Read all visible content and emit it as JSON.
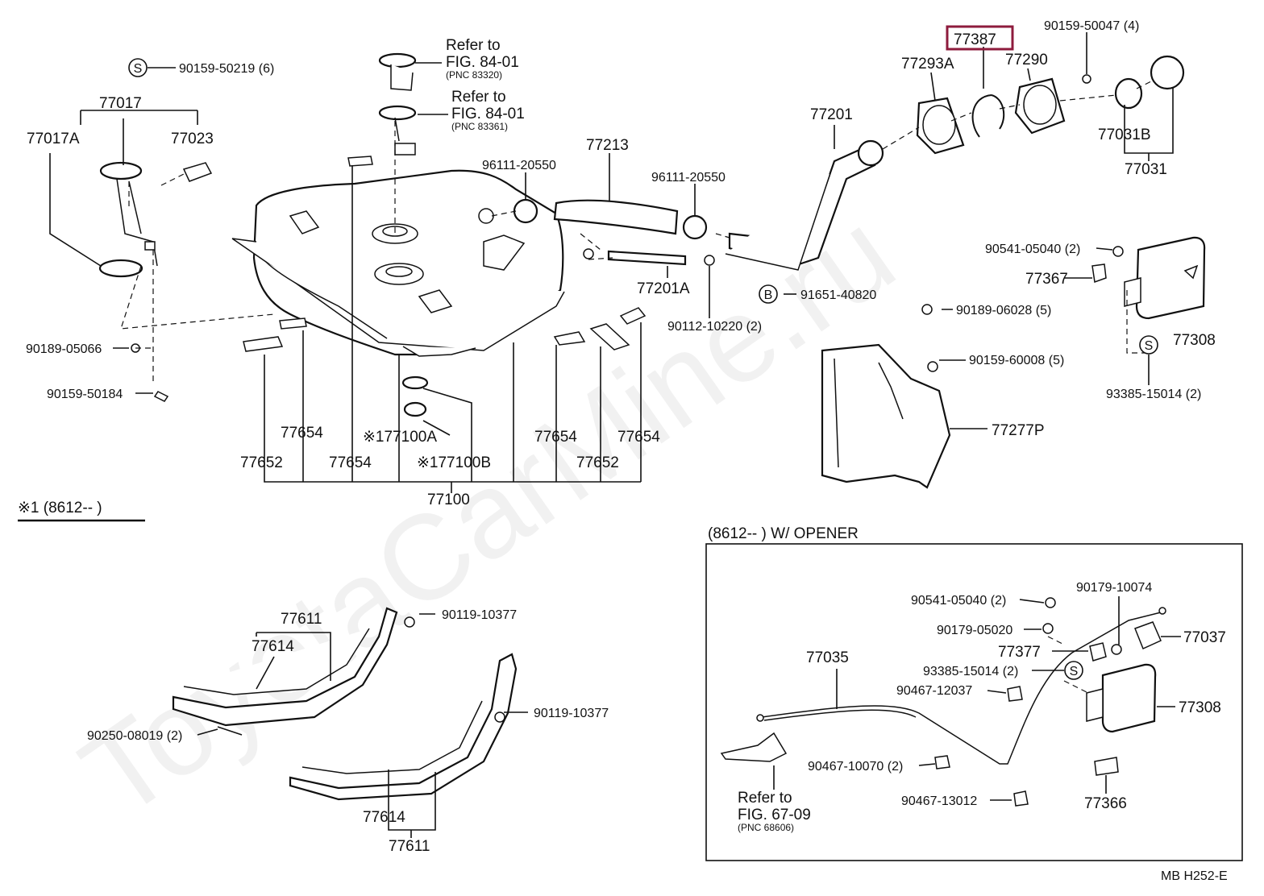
{
  "watermark": "ToyotaCarMine.ru",
  "highlight_color": "#8e1b3d",
  "refs": {
    "r1_a": "Refer to",
    "r1_b": "FIG. 84-01",
    "r1_c": "(PNC 83320)",
    "r2_a": "Refer to",
    "r2_b": "FIG. 84-01",
    "r2_c": "(PNC 83361)",
    "r3_a": "Refer to",
    "r3_b": "FIG. 67-09",
    "r3_c": "(PNC 68606)"
  },
  "symbols": {
    "s": "S",
    "b": "B"
  },
  "labels": {
    "p90159_50219": "90159-50219 (6)",
    "p77017": "77017",
    "p77017A": "77017A",
    "p77023": "77023",
    "p90189_05066": "90189-05066",
    "p90159_50184": "90159-50184",
    "p96111_a": "96111-20550",
    "p77213": "77213",
    "p96111_b": "96111-20550",
    "p77201": "77201",
    "p77201A": "77201A",
    "p90112": "90112-10220 (2)",
    "p91651": "91651-40820",
    "p77387": "77387",
    "p77293A": "77293A",
    "p77290": "77290",
    "p90159_50047": "90159-50047 (4)",
    "p77031B": "77031B",
    "p77031": "77031",
    "p90541_a": "90541-05040 (2)",
    "p77367": "77367",
    "p77308_a": "77308",
    "p93385_a": "93385-15014 (2)",
    "p90189_06028": "90189-06028 (5)",
    "p90159_60008": "90159-60008 (5)",
    "p77277P": "77277P",
    "p77654_a": "77654",
    "p77652_a": "77652",
    "p77654_b": "77654",
    "p177100A": "※177100A",
    "p177100B": "※177100B",
    "p77654_c": "77654",
    "p77652_b": "77652",
    "p77654_d": "77654",
    "p77100": "77100",
    "note1": "※1 (8612--          )",
    "p77611_a": "77611",
    "p77614_a": "77614",
    "p90119_a": "90119-10377",
    "p90250": "90250-08019 (2)",
    "p90119_b": "90119-10377",
    "p77614_b": "77614",
    "p77611_b": "77611",
    "box_title": "(8612--          ) W/  OPENER",
    "p90541_b": "90541-05040 (2)",
    "p90179_10074": "90179-10074",
    "p90179_05020": "90179-05020",
    "p77037": "77037",
    "p77377": "77377",
    "p77035": "77035",
    "p93385_b": "93385-15014 (2)",
    "p90467_12037": "90467-12037",
    "p77308_b": "77308",
    "p90467_10070": "90467-10070 (2)",
    "p90467_13012": "90467-13012",
    "p77366": "77366",
    "footer": "MB  H252-E"
  }
}
